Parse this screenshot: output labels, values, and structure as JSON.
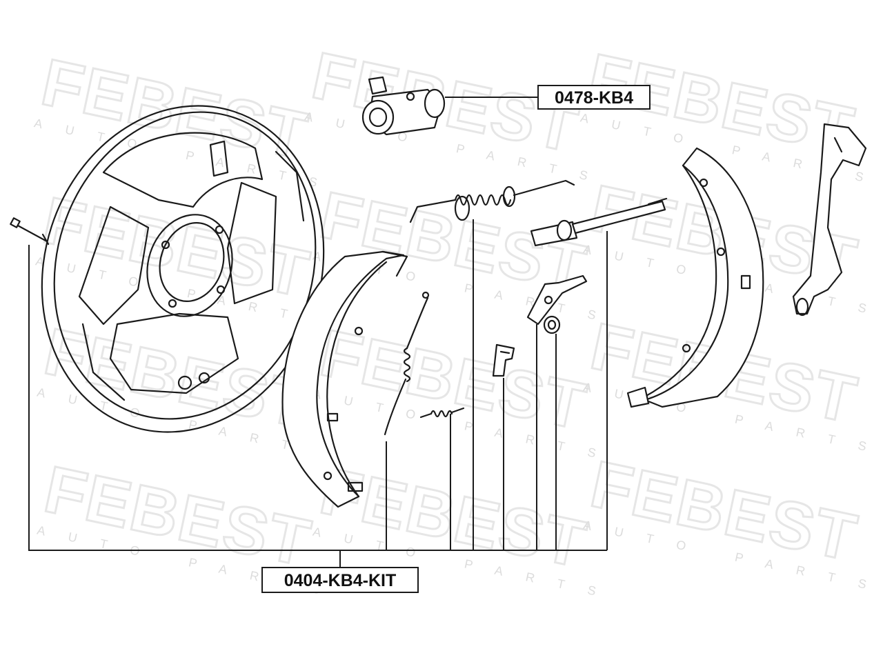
{
  "watermark": {
    "brand": "FEBEST",
    "tagline": "AUTO PARTS"
  },
  "callouts": {
    "wheel_cylinder": "0478-KB4",
    "kit": "0404-KB4-KIT"
  }
}
